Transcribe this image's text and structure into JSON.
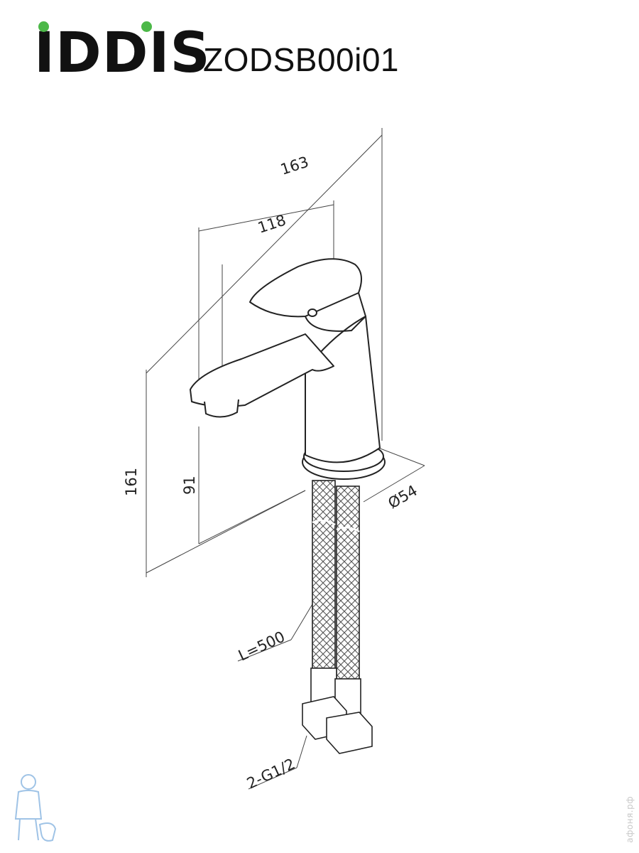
{
  "header": {
    "brand": "IDDIS",
    "model": "ZODSB00i01",
    "brand_color": "#111111",
    "dot_color": "#4cb848"
  },
  "dimensions": {
    "total_length": "163",
    "spout_reach": "118",
    "total_height": "161",
    "spout_height": "91",
    "base_diameter": "Ø54",
    "hose_length": "L=500",
    "connection": "2-G1/2"
  },
  "watermark": "афоня.рф",
  "icons": {
    "mascot": "plumber-mascot-icon"
  }
}
